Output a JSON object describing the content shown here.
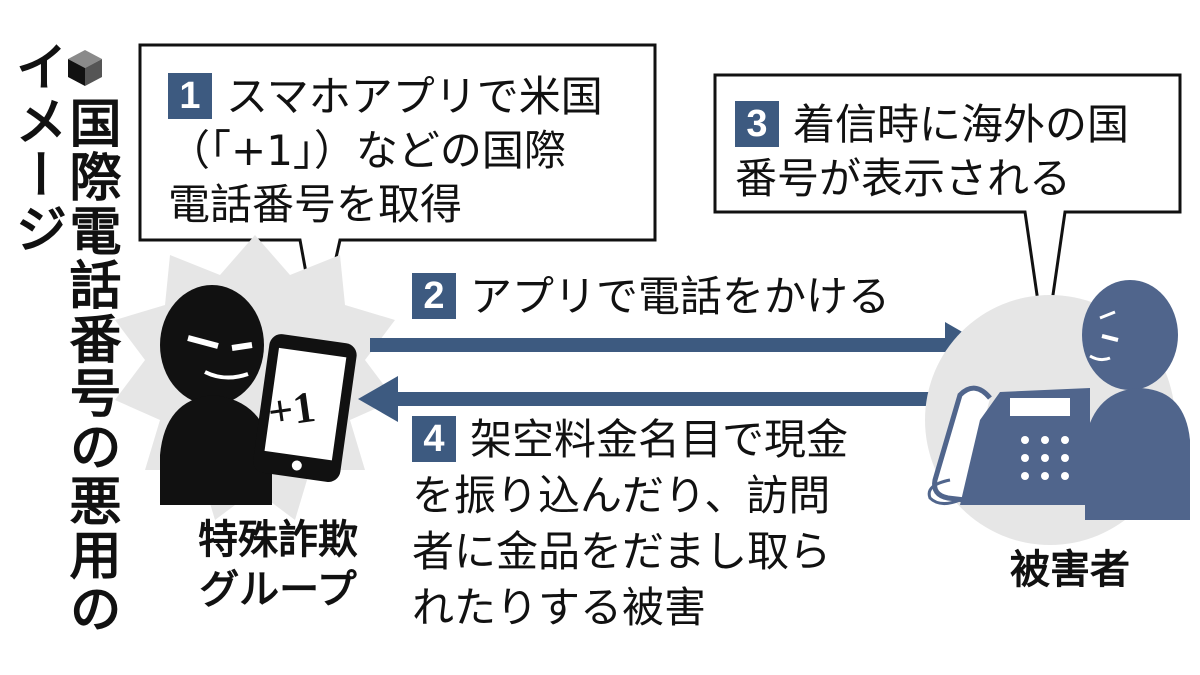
{
  "title": {
    "main": "国際電話番号の悪用の",
    "sub": "イメージ"
  },
  "steps": [
    {
      "number": "1",
      "text_lines": [
        "スマホアプリで米国",
        "（「+1」）などの国際",
        "電話番号を取得"
      ]
    },
    {
      "number": "2",
      "text": "アプリで電話をかける"
    },
    {
      "number": "3",
      "text_lines": [
        "着信時に海外の国",
        "番号が表示される"
      ]
    },
    {
      "number": "4",
      "text_lines": [
        "架空料金名目で現金",
        "を振り込んだり、訪問",
        "者に金品をだまし取ら",
        "れたりする被害"
      ]
    }
  ],
  "actors": {
    "fraud_group_lines": [
      "特殊詐欺",
      "グループ"
    ],
    "victim": "被害者"
  },
  "phone_display": "+1",
  "colors": {
    "accent_navy": "#3d5a80",
    "victim_figure": "#50658c",
    "victim_circle": "#e6e6e6",
    "burst_gray": "#e6e6e6",
    "fraud_figure": "#111111"
  },
  "icons": {
    "title_icon": "cube-icon",
    "arrow_right": "arrow-right-icon",
    "arrow_left": "arrow-left-icon",
    "smartphone": "smartphone-icon",
    "desk_phone": "desk-phone-icon"
  }
}
